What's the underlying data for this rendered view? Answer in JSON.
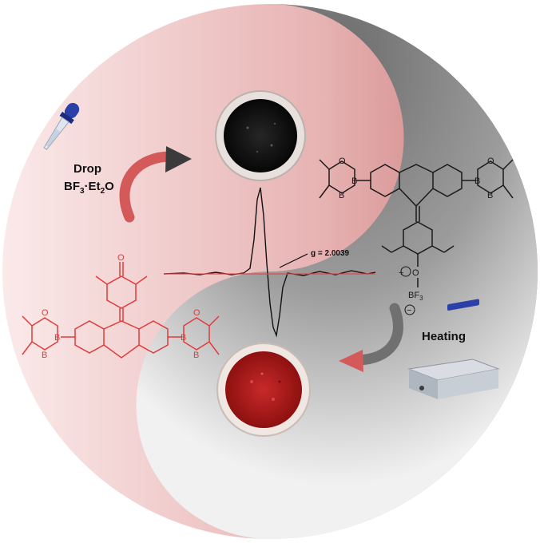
{
  "labels": {
    "drop": "Drop",
    "reagent_main": "BF",
    "reagent_sub1": "3",
    "reagent_dot": "·Et",
    "reagent_sub2": "2",
    "reagent_end": "O",
    "heating": "Heating",
    "g_value": "g = 2.0039"
  },
  "atoms": {
    "oxygen": "O",
    "boron": "B",
    "bf3_main": "BF",
    "bf3_sub": "3",
    "plus": "+",
    "minus": "−"
  },
  "colors": {
    "gray_half": "#8f8f8f",
    "red_half": "#d58d8d",
    "black_sample": "#141414",
    "red_sample": "#b41e1e",
    "red_structure": "#e23b3b",
    "black_structure": "#1a1a1a",
    "red_arrow": "#d45a5a",
    "gray_arrow": "#707070"
  },
  "icons": [
    "dropper-icon",
    "hot-plate-icon"
  ]
}
